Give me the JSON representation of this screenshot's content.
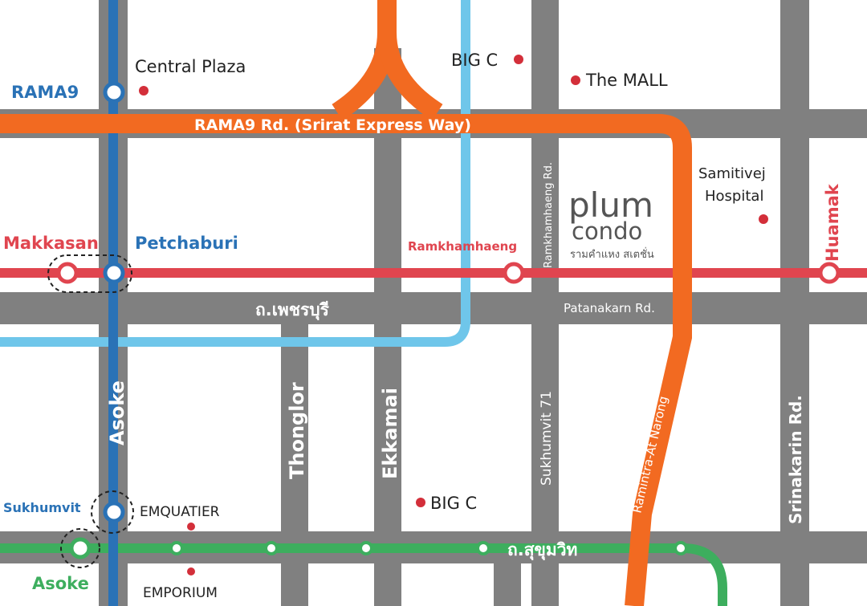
{
  "colors": {
    "background": "#ffffff",
    "road": "#808080",
    "expressway": "#f26a21",
    "blue_line": "#2a72b6",
    "red_line": "#e0454f",
    "light_blue_line": "#6fc6ea",
    "green_line": "#3dae5e",
    "poi_dot": "#d32f3a",
    "text_dark": "#222222",
    "text_light": "#ffffff"
  },
  "stations": {
    "rama9": "RAMA9",
    "makkasan": "Makkasan",
    "petchaburi": "Petchaburi",
    "ramkhamhaeng": "Ramkhamhaeng",
    "huamak": "Huamak",
    "sukhumvit": "Sukhumvit",
    "asoke": "Asoke"
  },
  "roads": {
    "rama9_rd": "RAMA9 Rd. (Srirat Express Way)",
    "petchaburi_th": "ถ.เพชรบุรี",
    "patanakarn": "Patanakarn Rd.",
    "asoke": "Asoke",
    "thonglor": "Thonglor",
    "ekkamai": "Ekkamai",
    "sukhumvit71": "Sukhumvit 71",
    "ramkhamhaeng_rd": "Ramkhamhaeng Rd.",
    "ramintra": "Ramintra-At Narong",
    "srinakarin": "Srinakarin Rd.",
    "sukhumvit_th": "ถ.สุขุมวิท"
  },
  "places": {
    "central_plaza": "Central Plaza",
    "big_c_north": "BIG C",
    "the_mall": "The MALL",
    "samitivej_line1": "Samitivej",
    "samitivej_line2": "Hospital",
    "big_c_south": "BIG C",
    "emquatier": "EMQUATIER",
    "emporium": "EMPORIUM"
  },
  "brand": {
    "plum": "plum",
    "condo": "condo",
    "subtitle": "รามคำแหง สเตชั่น"
  }
}
